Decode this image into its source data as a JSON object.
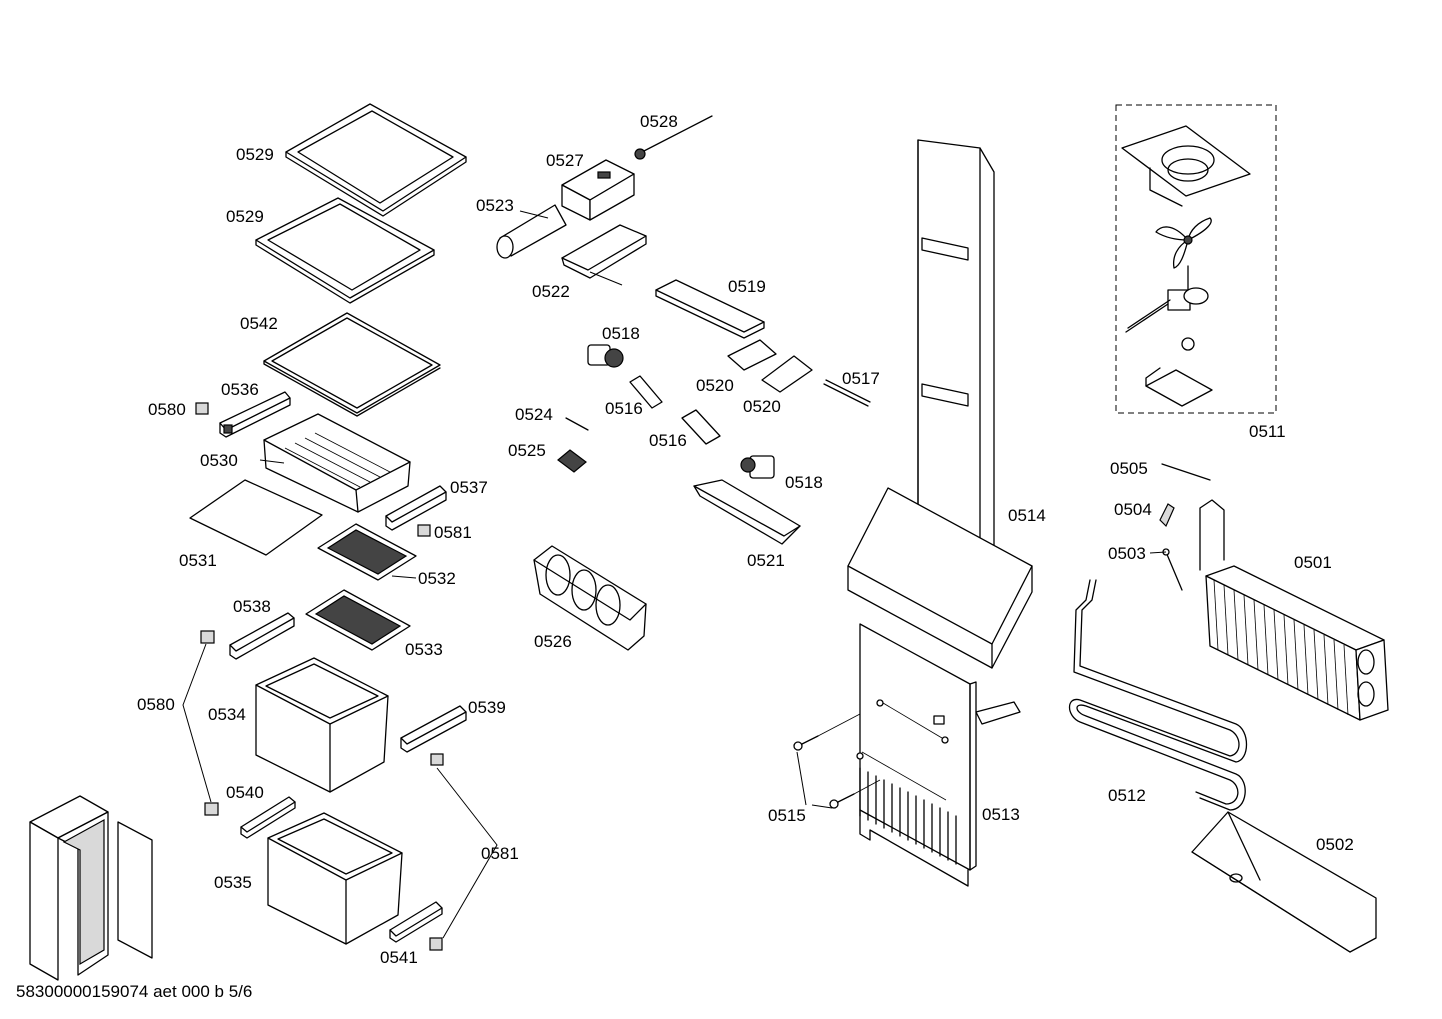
{
  "footer": {
    "code": "58300000159074 aet 000 b 5/6"
  },
  "labels": {
    "l0529a": "0529",
    "l0529b": "0529",
    "l0542": "0542",
    "l0580a": "0580",
    "l0536": "0536",
    "l0530": "0530",
    "l0537": "0537",
    "l0581a": "0581",
    "l0531": "0531",
    "l0532": "0532",
    "l0538": "0538",
    "l0533": "0533",
    "l0580b": "0580",
    "l0534": "0534",
    "l0539": "0539",
    "l0540": "0540",
    "l0581b": "0581",
    "l0535": "0535",
    "l0541": "0541",
    "l0528": "0528",
    "l0527": "0527",
    "l0523": "0523",
    "l0522": "0522",
    "l0519": "0519",
    "l0518a": "0518",
    "l0520a": "0520",
    "l0520b": "0520",
    "l0517": "0517",
    "l0524": "0524",
    "l0516a": "0516",
    "l0516b": "0516",
    "l0525": "0525",
    "l0518b": "0518",
    "l0521": "0521",
    "l0526": "0526",
    "l0514": "0514",
    "l0515": "0515",
    "l0513": "0513",
    "l0511": "0511",
    "l0505": "0505",
    "l0504": "0504",
    "l0503": "0503",
    "l0501": "0501",
    "l0512": "0512",
    "l0502": "0502"
  }
}
